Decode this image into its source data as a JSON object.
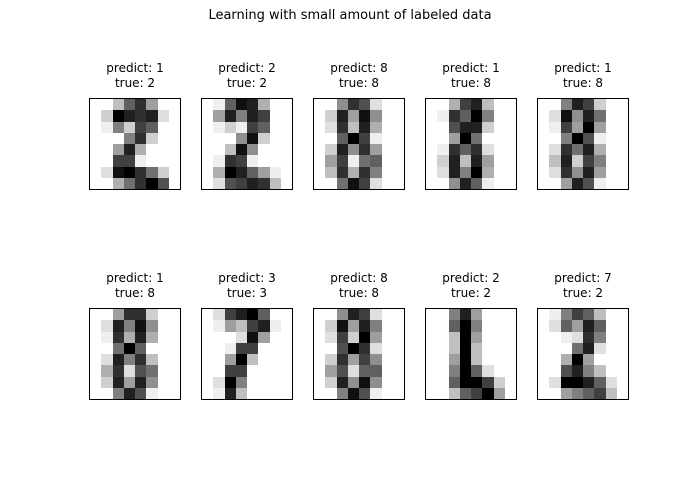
{
  "figure_title": "Learning with small amount of labeled data",
  "chart_data": {
    "type": "heatmap",
    "title": "Learning with small amount of labeled data",
    "layout": "2 rows x 5 columns of 8x8 grayscale digit images",
    "colormap": "gray_r",
    "value_range": [
      0,
      16
    ],
    "subplots": [
      {
        "predict": 1,
        "true": 2,
        "predict_label": "predict: 1",
        "true_label": "true: 2",
        "pixels": [
          [
            0,
            0,
            4,
            10,
            13,
            6,
            0,
            0
          ],
          [
            0,
            3,
            16,
            14,
            13,
            14,
            2,
            0
          ],
          [
            0,
            1,
            8,
            3,
            12,
            10,
            0,
            0
          ],
          [
            0,
            0,
            0,
            8,
            13,
            3,
            0,
            0
          ],
          [
            0,
            0,
            6,
            14,
            5,
            0,
            0,
            0
          ],
          [
            0,
            0,
            12,
            12,
            1,
            0,
            0,
            0
          ],
          [
            0,
            2,
            15,
            16,
            13,
            9,
            3,
            0
          ],
          [
            0,
            0,
            5,
            9,
            13,
            16,
            11,
            0
          ]
        ]
      },
      {
        "predict": 2,
        "true": 2,
        "predict_label": "predict: 2",
        "true_label": "true: 2",
        "pixels": [
          [
            0,
            1,
            10,
            15,
            14,
            5,
            0,
            0
          ],
          [
            0,
            6,
            14,
            8,
            14,
            12,
            0,
            0
          ],
          [
            0,
            1,
            3,
            1,
            12,
            10,
            0,
            0
          ],
          [
            0,
            0,
            0,
            7,
            15,
            3,
            0,
            0
          ],
          [
            0,
            0,
            4,
            15,
            7,
            0,
            0,
            0
          ],
          [
            0,
            1,
            13,
            12,
            1,
            0,
            0,
            0
          ],
          [
            0,
            5,
            16,
            14,
            10,
            6,
            1,
            0
          ],
          [
            0,
            2,
            11,
            12,
            14,
            13,
            4,
            0
          ]
        ]
      },
      {
        "predict": 8,
        "true": 8,
        "predict_label": "predict: 8",
        "true_label": "true: 8",
        "pixels": [
          [
            0,
            0,
            7,
            13,
            11,
            2,
            0,
            0
          ],
          [
            0,
            3,
            14,
            6,
            15,
            7,
            0,
            0
          ],
          [
            0,
            2,
            13,
            4,
            14,
            5,
            0,
            0
          ],
          [
            0,
            0,
            10,
            16,
            12,
            1,
            0,
            0
          ],
          [
            0,
            3,
            14,
            7,
            13,
            6,
            0,
            0
          ],
          [
            0,
            6,
            12,
            1,
            9,
            10,
            0,
            0
          ],
          [
            0,
            4,
            13,
            5,
            13,
            8,
            0,
            0
          ],
          [
            0,
            0,
            9,
            15,
            12,
            2,
            0,
            0
          ]
        ]
      },
      {
        "predict": 1,
        "true": 8,
        "predict_label": "predict: 1",
        "true_label": "true: 8",
        "pixels": [
          [
            0,
            0,
            5,
            12,
            14,
            4,
            0,
            0
          ],
          [
            0,
            1,
            13,
            10,
            16,
            8,
            0,
            0
          ],
          [
            0,
            0,
            11,
            14,
            14,
            3,
            0,
            0
          ],
          [
            0,
            0,
            6,
            16,
            9,
            0,
            0,
            0
          ],
          [
            0,
            1,
            13,
            10,
            13,
            2,
            0,
            0
          ],
          [
            0,
            3,
            14,
            4,
            14,
            6,
            0,
            0
          ],
          [
            0,
            2,
            14,
            8,
            16,
            5,
            0,
            0
          ],
          [
            0,
            0,
            7,
            14,
            10,
            1,
            0,
            0
          ]
        ]
      },
      {
        "predict": 1,
        "true": 8,
        "predict_label": "predict: 1",
        "true_label": "true: 8",
        "pixels": [
          [
            0,
            0,
            8,
            14,
            12,
            3,
            0,
            0
          ],
          [
            0,
            2,
            15,
            7,
            14,
            9,
            0,
            0
          ],
          [
            0,
            1,
            12,
            6,
            16,
            6,
            0,
            0
          ],
          [
            0,
            0,
            8,
            16,
            11,
            1,
            0,
            0
          ],
          [
            0,
            2,
            13,
            9,
            14,
            5,
            0,
            0
          ],
          [
            0,
            4,
            14,
            3,
            12,
            8,
            0,
            0
          ],
          [
            0,
            2,
            13,
            7,
            14,
            6,
            0,
            0
          ],
          [
            0,
            0,
            6,
            14,
            11,
            1,
            0,
            0
          ]
        ]
      },
      {
        "predict": 1,
        "true": 8,
        "predict_label": "predict: 1",
        "true_label": "true: 8",
        "pixels": [
          [
            0,
            0,
            6,
            13,
            13,
            3,
            0,
            0
          ],
          [
            0,
            2,
            14,
            8,
            15,
            7,
            0,
            0
          ],
          [
            0,
            1,
            13,
            5,
            14,
            5,
            0,
            0
          ],
          [
            0,
            0,
            9,
            16,
            10,
            0,
            0,
            0
          ],
          [
            0,
            2,
            14,
            8,
            13,
            4,
            0,
            0
          ],
          [
            0,
            5,
            13,
            2,
            11,
            9,
            0,
            0
          ],
          [
            0,
            3,
            14,
            6,
            14,
            7,
            0,
            0
          ],
          [
            0,
            0,
            8,
            14,
            11,
            1,
            0,
            0
          ]
        ]
      },
      {
        "predict": 3,
        "true": 3,
        "predict_label": "predict: 3",
        "true_label": "true: 3",
        "pixels": [
          [
            0,
            2,
            12,
            14,
            16,
            10,
            0,
            0
          ],
          [
            0,
            1,
            6,
            4,
            12,
            14,
            1,
            0
          ],
          [
            0,
            0,
            0,
            2,
            15,
            6,
            0,
            0
          ],
          [
            0,
            0,
            1,
            12,
            12,
            0,
            0,
            0
          ],
          [
            0,
            0,
            6,
            16,
            4,
            0,
            0,
            0
          ],
          [
            0,
            0,
            12,
            12,
            0,
            0,
            0,
            0
          ],
          [
            0,
            2,
            16,
            8,
            0,
            0,
            0,
            0
          ],
          [
            0,
            1,
            14,
            4,
            0,
            0,
            0,
            0
          ]
        ]
      },
      {
        "predict": 8,
        "true": 8,
        "predict_label": "predict: 8",
        "true_label": "true: 8",
        "pixels": [
          [
            0,
            0,
            7,
            14,
            12,
            2,
            0,
            0
          ],
          [
            0,
            3,
            15,
            6,
            14,
            8,
            0,
            0
          ],
          [
            0,
            2,
            12,
            3,
            16,
            6,
            0,
            0
          ],
          [
            0,
            0,
            11,
            16,
            13,
            2,
            0,
            0
          ],
          [
            0,
            3,
            13,
            6,
            12,
            7,
            0,
            0
          ],
          [
            0,
            6,
            11,
            2,
            10,
            10,
            0,
            0
          ],
          [
            0,
            3,
            14,
            7,
            15,
            7,
            0,
            0
          ],
          [
            0,
            0,
            8,
            15,
            11,
            1,
            0,
            0
          ]
        ]
      },
      {
        "predict": 2,
        "true": 2,
        "predict_label": "predict: 2",
        "true_label": "true: 2",
        "pixels": [
          [
            0,
            0,
            8,
            14,
            6,
            0,
            0,
            0
          ],
          [
            0,
            0,
            10,
            16,
            8,
            0,
            0,
            0
          ],
          [
            0,
            0,
            4,
            16,
            6,
            0,
            0,
            0
          ],
          [
            0,
            0,
            4,
            16,
            4,
            0,
            0,
            0
          ],
          [
            0,
            0,
            6,
            16,
            4,
            0,
            0,
            0
          ],
          [
            0,
            0,
            8,
            16,
            10,
            2,
            0,
            0
          ],
          [
            0,
            0,
            10,
            16,
            16,
            12,
            3,
            0
          ],
          [
            0,
            0,
            4,
            10,
            12,
            16,
            6,
            0
          ]
        ]
      },
      {
        "predict": 7,
        "true": 2,
        "predict_label": "predict: 7",
        "true_label": "true: 2",
        "pixels": [
          [
            0,
            1,
            8,
            12,
            10,
            4,
            0,
            0
          ],
          [
            0,
            2,
            10,
            6,
            14,
            10,
            0,
            0
          ],
          [
            0,
            0,
            1,
            2,
            13,
            8,
            0,
            0
          ],
          [
            0,
            0,
            0,
            9,
            14,
            2,
            0,
            0
          ],
          [
            0,
            0,
            5,
            16,
            6,
            0,
            0,
            0
          ],
          [
            0,
            0,
            11,
            14,
            8,
            4,
            0,
            0
          ],
          [
            0,
            2,
            16,
            16,
            14,
            10,
            2,
            0
          ],
          [
            0,
            0,
            6,
            8,
            10,
            12,
            4,
            0
          ]
        ]
      }
    ]
  }
}
